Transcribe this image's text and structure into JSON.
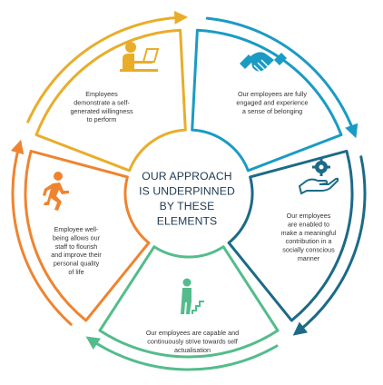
{
  "center": {
    "lines": [
      "OUR APPROACH",
      "IS UNDERPINNED",
      "BY THESE",
      "ELEMENTS"
    ]
  },
  "segments": [
    {
      "id": "performance",
      "color": "#e9ad2a",
      "icon": "person-at-laptop-icon",
      "lines": [
        "Employees",
        "demonstrate a self-",
        "generated willingness",
        "to perform"
      ]
    },
    {
      "id": "engagement",
      "color": "#1a9bc4",
      "icon": "handshake-icon",
      "lines": [
        "Our employees are fully",
        "engaged and experience",
        "a sense of belonging"
      ]
    },
    {
      "id": "social-contribution",
      "color": "#1c6a87",
      "icon": "hand-holding-gear-icon",
      "lines": [
        "Our employees",
        "are enabled to",
        "make a meaningful",
        "contribution in a",
        "socially conscious",
        "manner"
      ]
    },
    {
      "id": "self-actualisation",
      "color": "#54bc8c",
      "icon": "person-climbing-stairs-icon",
      "lines": [
        "Our employees are capable and",
        "continuously strive towards self",
        "actualisation"
      ]
    },
    {
      "id": "wellbeing",
      "color": "#ee8430",
      "icon": "running-person-icon",
      "lines": [
        "Employee well-",
        "being allows our",
        "staff to flourish",
        "and improve their",
        "personal quality",
        "of life"
      ]
    }
  ]
}
